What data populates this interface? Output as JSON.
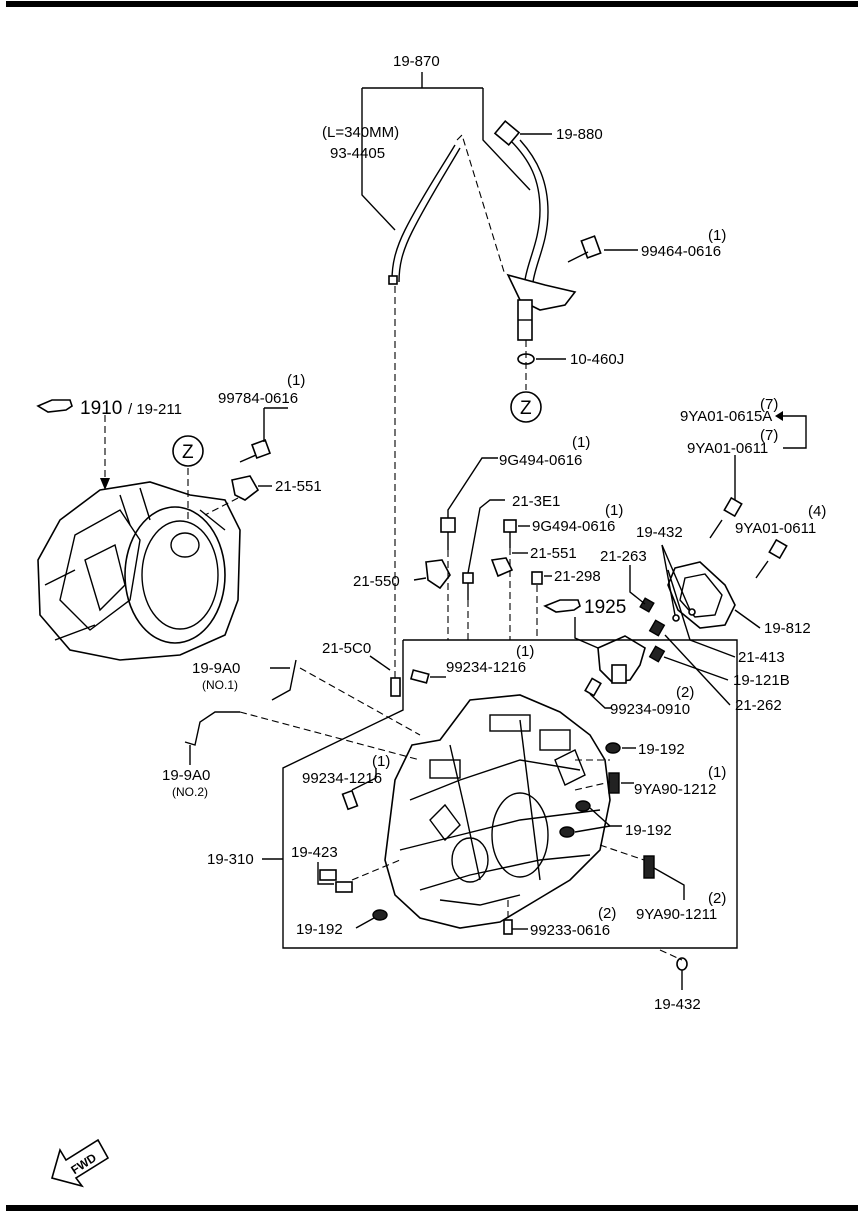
{
  "labels": {
    "p19870": "19-870",
    "p19880": "19-880",
    "length_note": "(L=340MM)",
    "p934405": "93-4405",
    "qty1_99464": "(1)",
    "p99464": "99464-0616",
    "p10460j": "10-460J",
    "ref_z1": "Z",
    "ref_1910": "1910",
    "p19211": "/ 19-211",
    "qty1_99784": "(1)",
    "p99784": "99784-0616",
    "ref_z2": "Z",
    "p21551a": "21-551",
    "qty7a": "(7)",
    "p9ya01_0615a": "9YA01-0615A",
    "qty7b": "(7)",
    "p9ya01_0611a": "9YA01-0611",
    "qty1_9g494a": "(1)",
    "p9g494a": "9G494-0616",
    "p213e1": "21-3E1",
    "qty1_9g494b": "(1)",
    "p9g494b": "9G494-0616",
    "p21551b": "21-551",
    "p21550": "21-550",
    "p21298": "21-298",
    "p19432a": "19-432",
    "qty4": "(4)",
    "p9ya01_0611b": "9YA01-0611",
    "p21263": "21-263",
    "ref_1925": "1925",
    "p19812": "19-812",
    "p21413": "21-413",
    "p19121b": "19-121B",
    "qty2_99234_0910": "(2)",
    "p99234_0910": "99234-0910",
    "p21262": "21-262",
    "p215c0": "21-5C0",
    "qty1_99234_1216a": "(1)",
    "p99234_1216a": "99234-1216",
    "p199a0a": "19-9A0",
    "no1": "(NO.1)",
    "p199a0b": "19-9A0",
    "no2": "(NO.2)",
    "p19192a": "19-192",
    "qty1_9ya90_1212": "(1)",
    "p9ya90_1212": "9YA90-1212",
    "qty1_99234_1216b": "(1)",
    "p99234_1216b": "99234-1216",
    "p19192b": "19-192",
    "p19310": "19-310",
    "p19423": "19-423",
    "qty2_9ya90_1211": "(2)",
    "p9ya90_1211": "9YA90-1211",
    "p19192c": "19-192",
    "qty2_99233": "(2)",
    "p99233": "99233-0616",
    "p19432b": "19-432",
    "fwd": "FWD"
  }
}
